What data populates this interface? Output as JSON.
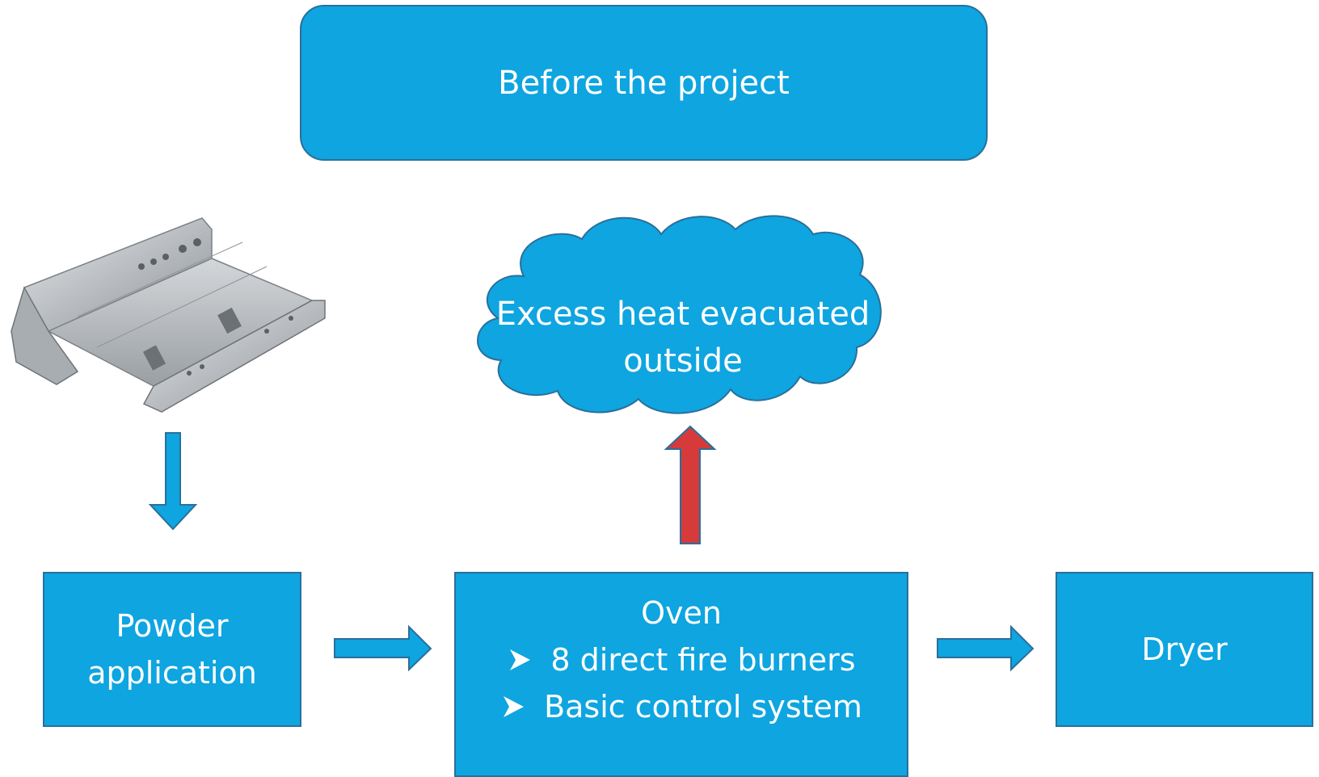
{
  "title": "Before the project",
  "powder_label": "Powder application",
  "oven": {
    "title": "Oven",
    "items": [
      "8 direct fire burners",
      "Basic control system"
    ]
  },
  "dryer_label": "Dryer",
  "cloud_label": "Excess heat evacuated outside",
  "colors": {
    "box_fill": "#0ea5e0",
    "box_border": "#2a6f9b",
    "heat_arrow": "#d63a3a",
    "flow_arrow": "#0ea5e0"
  },
  "icons": {
    "part": "sheet-metal-part-icon",
    "bullet": "arrowhead-bullet-icon"
  }
}
